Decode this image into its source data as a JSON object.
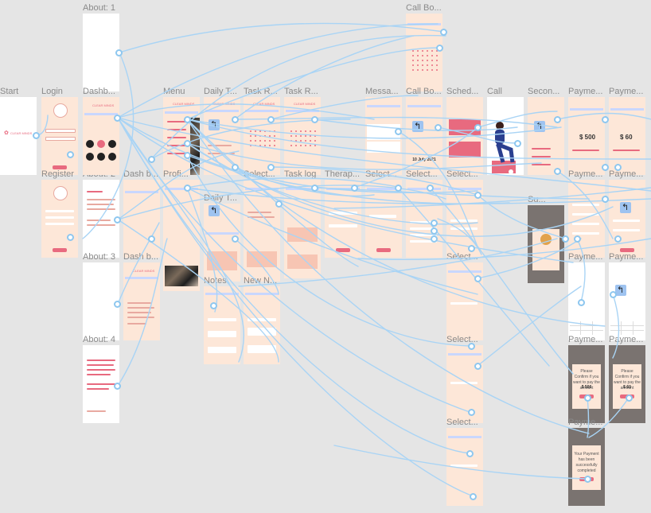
{
  "canvas": {
    "background": "#e5e5e5",
    "connector_color": "#a9d4f5",
    "accent": "#e86a7f",
    "frame_fill": "#fde7d8"
  },
  "frames": {
    "start": {
      "title": "Start",
      "brand": "CLEAR MINDS"
    },
    "login": {
      "title": "Login"
    },
    "register": {
      "title": "Register"
    },
    "about1": {
      "title": "About: 1"
    },
    "about2": {
      "title": "About: 2"
    },
    "about3": {
      "title": "About: 3"
    },
    "about4": {
      "title": "About: 4"
    },
    "dash1": {
      "title": "Dashb...",
      "brand": "CLEAR MINDS"
    },
    "dash2": {
      "title": "Dash b..."
    },
    "dash3": {
      "title": "Dash b...",
      "brand": "CLEAR MINDS"
    },
    "menu": {
      "title": "Menu",
      "brand": "CLEAR MINDS"
    },
    "profile": {
      "title": "Profi..."
    },
    "daily1": {
      "title": "Daily T...",
      "brand": "CLEAR MINDS"
    },
    "daily2": {
      "title": "Daily T..."
    },
    "notes": {
      "title": "Notes"
    },
    "task1": {
      "title": "Task R...",
      "brand": "CLEAR MINDS"
    },
    "task2": {
      "title": "Task R...",
      "brand": "CLEAR MINDS"
    },
    "select1": {
      "title": "Select..."
    },
    "newn": {
      "title": "New N..."
    },
    "tasklog": {
      "title": "Task log"
    },
    "therap": {
      "title": "Therap..."
    },
    "messa": {
      "title": "Messa..."
    },
    "select2": {
      "title": "Select..."
    },
    "callbo1": {
      "title": "Call Bo..."
    },
    "callbo2": {
      "title": "Call Bo..."
    },
    "select3": {
      "title": "Select..."
    },
    "sched": {
      "title": "Sched..."
    },
    "select4": {
      "title": "Select..."
    },
    "select5": {
      "title": "Select..."
    },
    "select6": {
      "title": "Select..."
    },
    "select7": {
      "title": "Select..."
    },
    "call": {
      "title": "Call"
    },
    "secon": {
      "title": "Secon..."
    },
    "su": {
      "title": "Su..."
    },
    "paym1": {
      "title": "Payme...",
      "price": "$ 500"
    },
    "paym2": {
      "title": "Payme...",
      "price": "$ 60"
    },
    "paym3": {
      "title": "Payme..."
    },
    "paym4": {
      "title": "Payme..."
    },
    "paym5": {
      "title": "Payme..."
    },
    "paym6": {
      "title": "Payme..."
    },
    "paym7": {
      "title": "Payme...",
      "confirm": "Please Confirm if you want to pay the amount",
      "amount": "$ 500"
    },
    "paym8": {
      "title": "Payme...",
      "confirm": "Please Confirm if you want to pay the amount",
      "amount": "$ 60"
    },
    "paym9": {
      "title": "Payme...",
      "success": "Your Payment has been successfully completed"
    }
  },
  "text": {
    "schedule_date": "10 July 2021"
  }
}
